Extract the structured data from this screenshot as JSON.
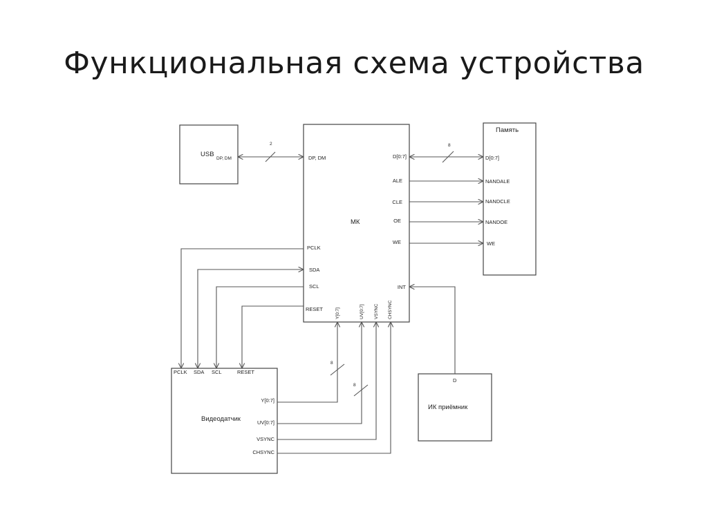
{
  "title": "Функциональная схема устройства",
  "blocks": {
    "usb": {
      "name": "USB",
      "sub": "DP, DM"
    },
    "mk": {
      "name": "МК",
      "left_pins": [
        "DP, DM",
        "PCLK",
        "SDA",
        "SCL",
        "RESET"
      ],
      "right_pins": [
        "D[0:7]",
        "ALE",
        "CLE",
        "OE",
        "WE",
        "INT"
      ],
      "bottom_pins": [
        "Y[0:7]",
        "UV[0:7]",
        "VSYNC",
        "CHSYNC"
      ]
    },
    "memory": {
      "name": "Память",
      "pins": [
        "D[0:7]",
        "NANDALE",
        "NANDCLE",
        "NANDOE",
        "WE"
      ]
    },
    "sensor": {
      "name": "Видеодатчик",
      "top_pins": [
        "PCLK",
        "SDA",
        "SCL",
        "RESET"
      ],
      "right_pins": [
        "Y[0:7]",
        "UV[0:7]",
        "VSYNC",
        "CHSYNC"
      ]
    },
    "ir": {
      "name": "ИК приёмник",
      "pin": "D"
    }
  },
  "bus_widths": {
    "usb": "2",
    "memory": "8",
    "y": "8",
    "uv": "8"
  }
}
